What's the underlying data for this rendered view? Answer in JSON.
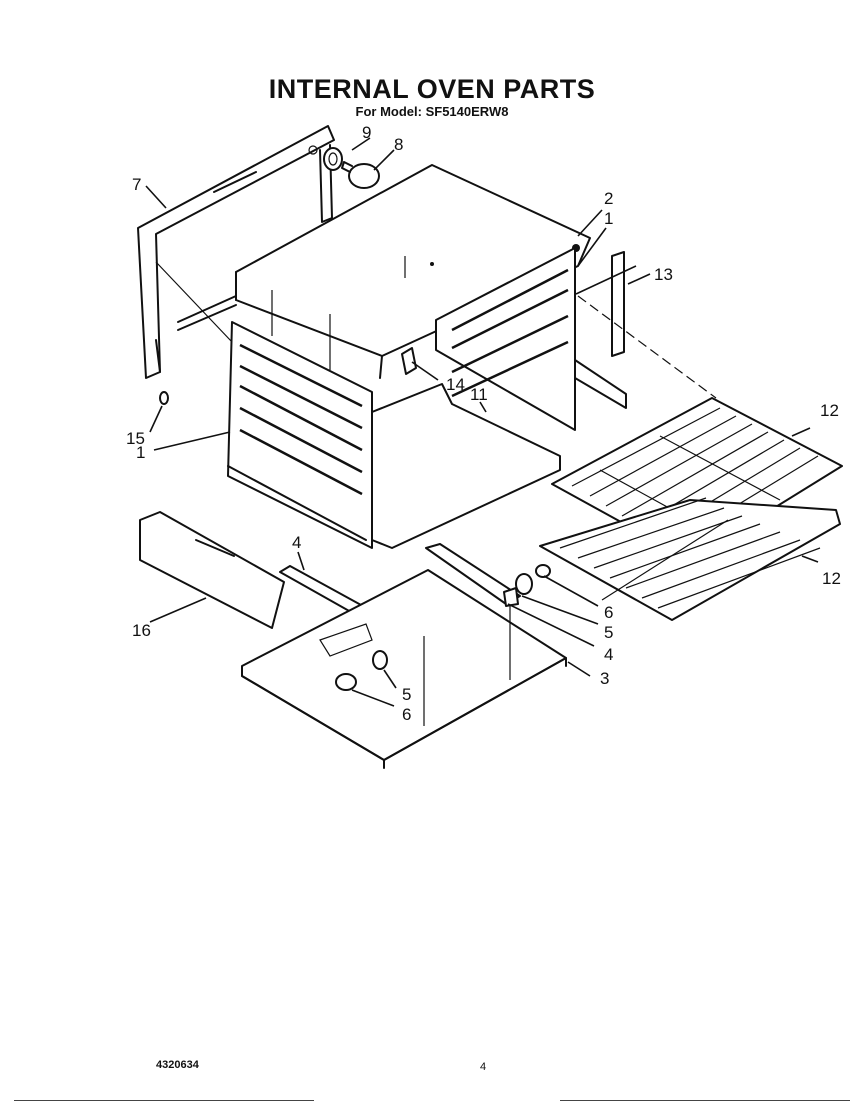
{
  "header": {
    "title": "INTERNAL OVEN PARTS",
    "subtitle": "For Model: SF5140ERW8"
  },
  "footer": {
    "doc_number": "4320634",
    "page": "4"
  },
  "callouts": [
    {
      "label": "9"
    },
    {
      "label": "8"
    },
    {
      "label": "7"
    },
    {
      "label": "2"
    },
    {
      "label": "1"
    },
    {
      "label": "13"
    },
    {
      "label": "14"
    },
    {
      "label": "11"
    },
    {
      "label": "15"
    },
    {
      "label": "1"
    },
    {
      "label": "12"
    },
    {
      "label": "12"
    },
    {
      "label": "4"
    },
    {
      "label": "16"
    },
    {
      "label": "6"
    },
    {
      "label": "5"
    },
    {
      "label": "4"
    },
    {
      "label": "3"
    },
    {
      "label": "5"
    },
    {
      "label": "6"
    }
  ]
}
